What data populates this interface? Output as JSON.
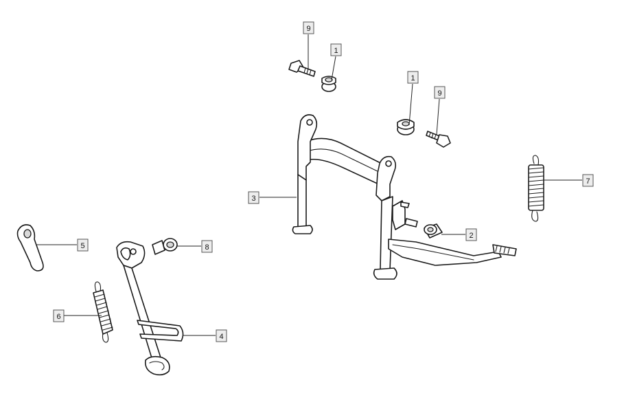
{
  "callouts": [
    {
      "id": "c9a",
      "label": "9"
    },
    {
      "id": "c1a",
      "label": "1"
    },
    {
      "id": "c1b",
      "label": "1"
    },
    {
      "id": "c9b",
      "label": "9"
    },
    {
      "id": "c3",
      "label": "3"
    },
    {
      "id": "c2",
      "label": "2"
    },
    {
      "id": "c7",
      "label": "7"
    },
    {
      "id": "c5",
      "label": "5"
    },
    {
      "id": "c8",
      "label": "8"
    },
    {
      "id": "c6",
      "label": "6"
    },
    {
      "id": "c4",
      "label": "4"
    }
  ]
}
